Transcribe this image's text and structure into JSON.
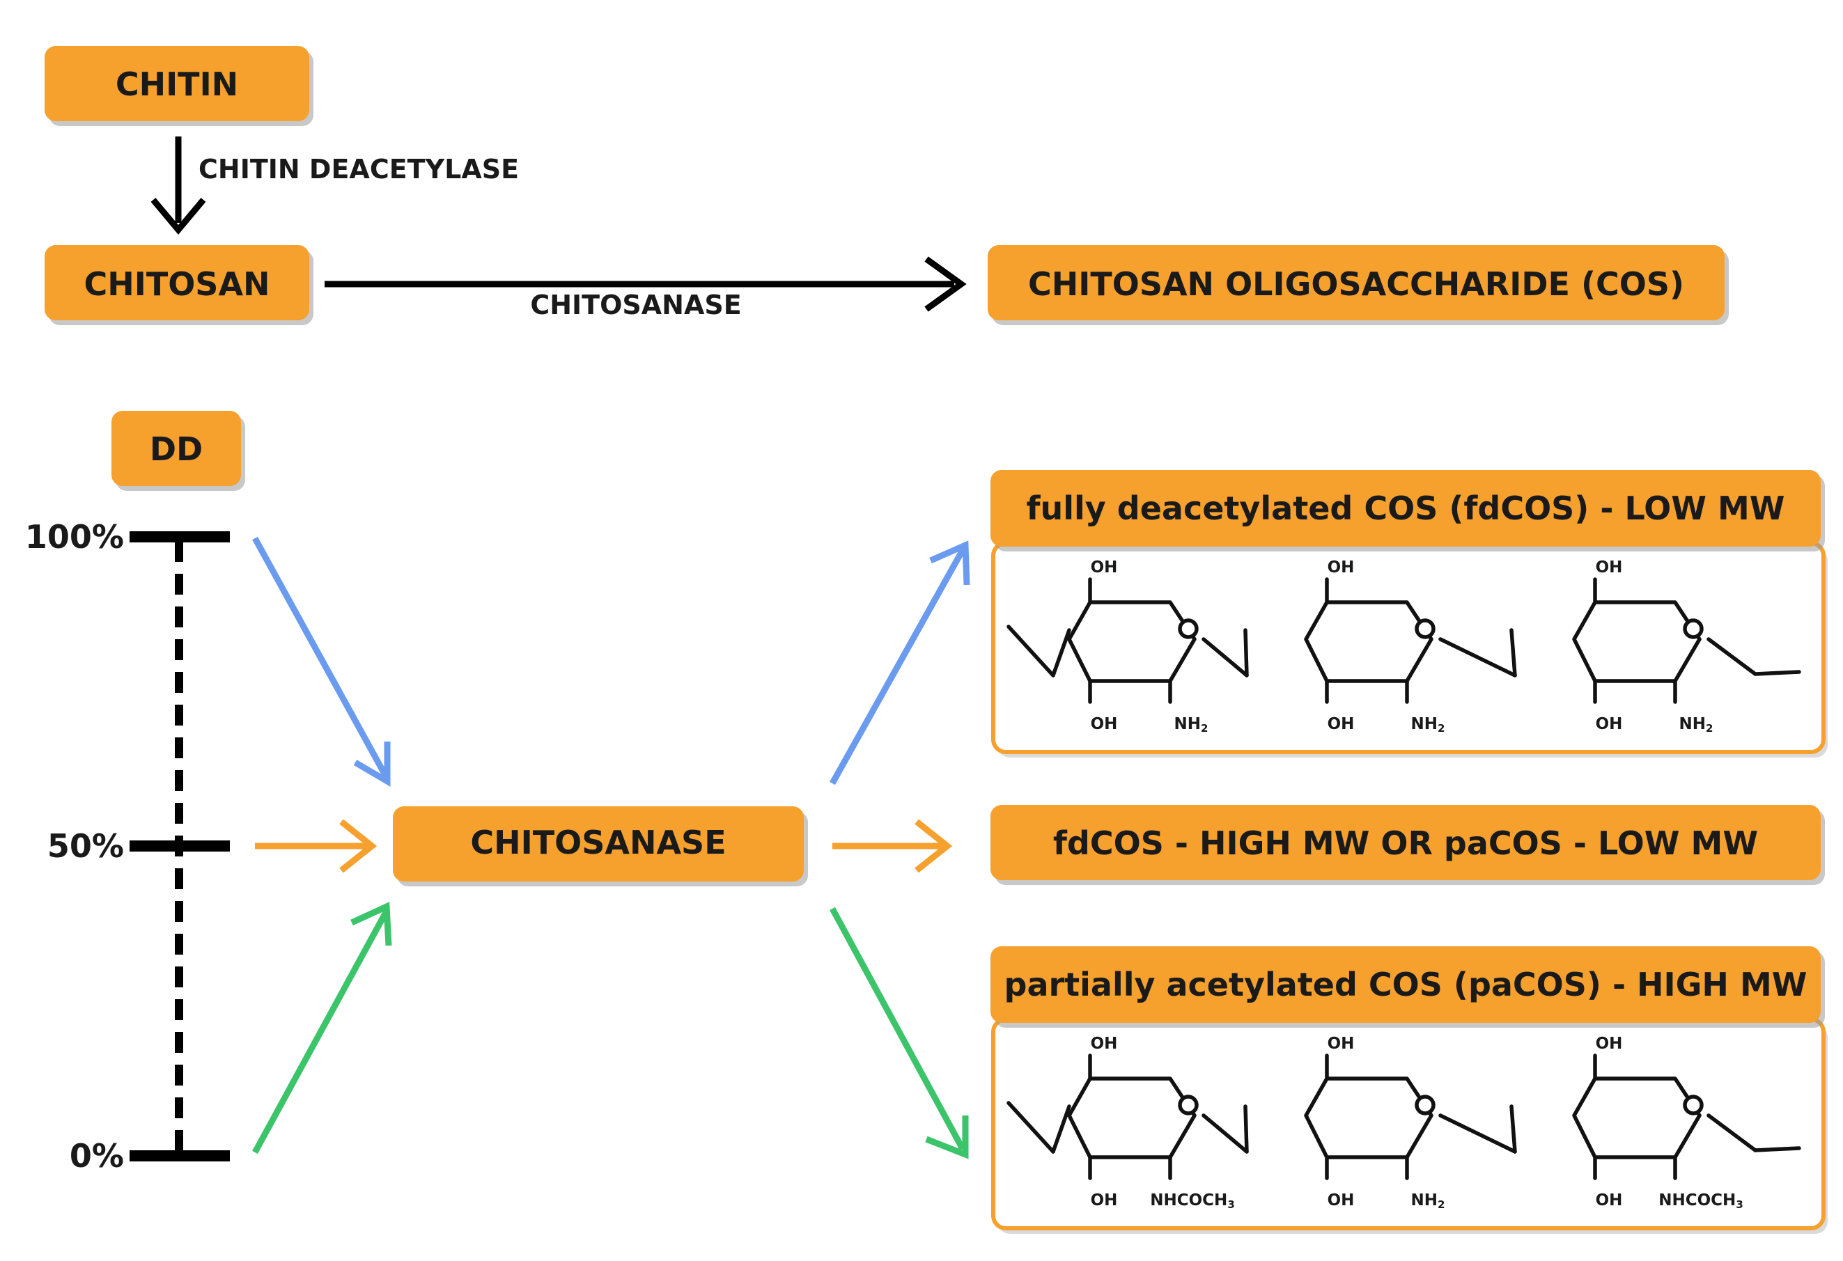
{
  "boxes": {
    "chitin": "CHITIN",
    "chitosan": "CHITOSAN",
    "cos": "CHITOSAN OLIGOSACCHARIDE (COS)",
    "dd": "DD",
    "chitosanase": "CHITOSANASE",
    "fd_low": "fully deacetylated COS (fdCOS) - LOW MW",
    "mid": "fdCOS - HIGH MW OR paCOS - LOW MW",
    "pa_high": "partially acetylated COS (paCOS) - HIGH MW"
  },
  "enzymes": {
    "deacetylase": "CHITIN DEACETYLASE",
    "chitosanase_arrow": "CHITOSANASE"
  },
  "dd_scale": {
    "top": "100%",
    "mid": "50%",
    "bottom": "0%"
  },
  "groups": {
    "oh": "OH",
    "nh2_main": "NH",
    "nh2_sub": "2",
    "nhcoch3_main": "NHCOCH",
    "nhcoch3_sub": "3"
  },
  "colors": {
    "box": "#F6A02D",
    "blue_arrow": "#6A9BEF",
    "orange_arrow": "#F6A02D",
    "green_arrow": "#3CC46A"
  }
}
